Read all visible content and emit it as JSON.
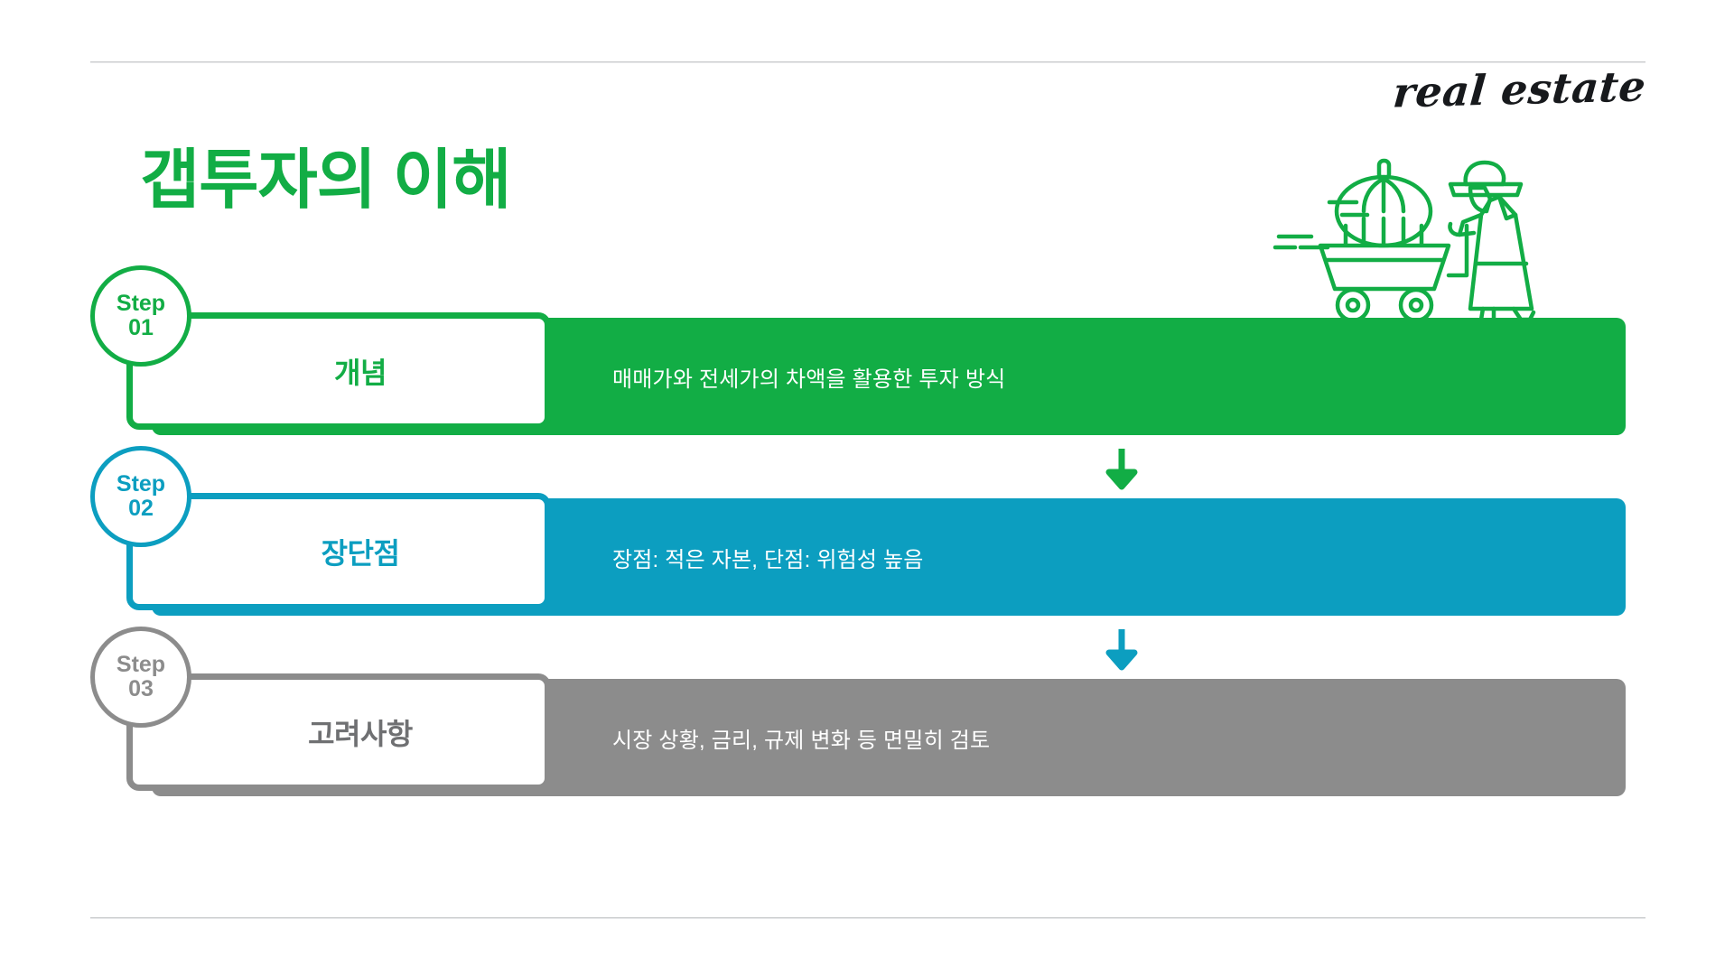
{
  "brand": {
    "logo_text": "real estate"
  },
  "header": {
    "title": "갭투자의 이해",
    "title_color": "#12ad45"
  },
  "colors": {
    "green": "#12ad45",
    "cyan": "#0c9ec0",
    "gray": "#8c8c8c",
    "rule": "#c9cbcd",
    "bar_text": "#ffffff"
  },
  "illustration": {
    "name": "farmer-pushing-cart-with-pumpkin",
    "color": "#12ad45"
  },
  "steps": [
    {
      "step_word": "Step",
      "step_number": "01",
      "label": "개념",
      "description": "매매가와 전세가의 차액을 활용한 투자 방식",
      "accent": "#12ad45"
    },
    {
      "step_word": "Step",
      "step_number": "02",
      "label": "장단점",
      "description": "장점: 적은 자본, 단점: 위험성 높음",
      "accent": "#0c9ec0"
    },
    {
      "step_word": "Step",
      "step_number": "03",
      "label": "고려사항",
      "description": "시장 상황, 금리, 규제 변화 등 면밀히 검토",
      "accent": "#8c8c8c"
    }
  ],
  "arrows": [
    {
      "name": "down-arrow-icon",
      "color": "#12ad45"
    },
    {
      "name": "down-arrow-icon",
      "color": "#0c9ec0"
    }
  ]
}
